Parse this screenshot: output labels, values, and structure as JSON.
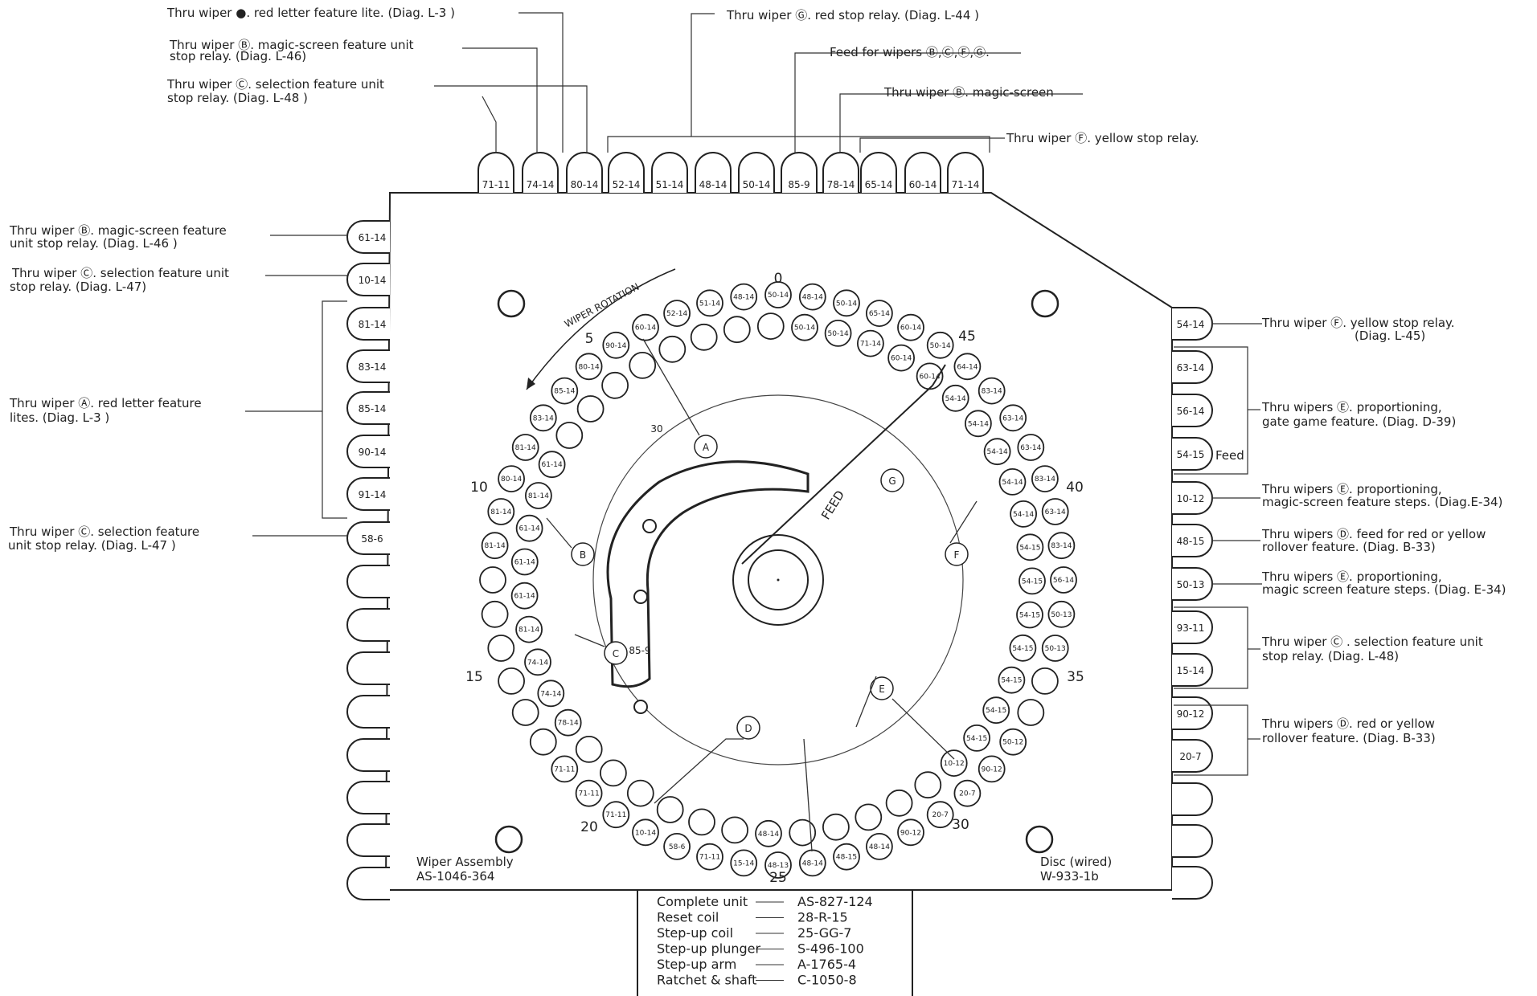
{
  "diagram": {
    "top_notes": [
      "Thru wiper ●. red letter feature lite. (Diag. L-3 )",
      "Thru wiper Ⓑ. magic-screen feature unit",
      "stop relay. (Diag. L-46)",
      "Thru wiper Ⓒ. selection feature unit",
      "stop relay. (Diag. L-48 )",
      "Thru wiper Ⓖ. red stop relay. (Diag. L-44 )",
      "Feed for wipers Ⓑ,Ⓒ,Ⓕ,Ⓖ.",
      "Thru wiper Ⓑ. magic-screen",
      "Thru wiper Ⓕ. yellow stop relay."
    ],
    "top_tabs": [
      "71-11",
      "74-14",
      "80-14",
      "52-14",
      "51-14",
      "48-14",
      "50-14",
      "85-9",
      "78-14",
      "65-14",
      "60-14",
      "71-14"
    ],
    "left_tabs": [
      "61-14",
      "10-14",
      "81-14",
      "83-14",
      "85-14",
      "90-14",
      "91-14",
      "58-6",
      "",
      "",
      "",
      "",
      "",
      "",
      "",
      ""
    ],
    "right_tabs": [
      "54-14",
      "63-14",
      "56-14",
      "54-15",
      "10-12",
      "48-15",
      "50-13",
      "93-11",
      "15-14",
      "90-12",
      "20-7",
      "",
      "",
      ""
    ],
    "left_notes": [
      "Thru wiper Ⓑ. magic-screen feature",
      "unit stop relay. (Diag. L-46 )",
      "Thru wiper Ⓒ. selection feature unit",
      "stop relay. (Diag. L-47)",
      "Thru wiper Ⓐ. red letter feature",
      "lites. (Diag. L-3 )",
      "Thru wiper Ⓒ. selection feature",
      "unit stop relay. (Diag. L-47 )"
    ],
    "right_notes": [
      "Thru wiper Ⓕ. yellow stop relay.",
      "(Diag. L-45)",
      "Thru wipers Ⓔ. proportioning,",
      "gate game feature. (Diag. D-39)",
      "Feed",
      "Thru wipers Ⓔ. proportioning,",
      "magic-screen feature steps. (Diag.E-34)",
      "Thru wipers Ⓓ. feed for red or yellow",
      "rollover feature. (Diag. B-33)",
      "Thru wipers Ⓔ. proportioning,",
      "magic screen feature steps. (Diag. E-34)",
      "Thru wiper Ⓒ . selection feature unit",
      "stop relay. (Diag. L-48)",
      "Thru wipers Ⓓ. red or yellow",
      "rollover feature. (Diag. B-33)"
    ],
    "step_numbers": [
      "0",
      "5",
      "10",
      "15",
      "20",
      "25",
      "30",
      "35",
      "40",
      "45"
    ],
    "rotation_label": "WIPER ROTATION",
    "feed_label": "FEED",
    "inner_small_label": "30",
    "wiper_letters": [
      "A",
      "B",
      "C",
      "D",
      "E",
      "F",
      "G"
    ],
    "cam_label": "85-9",
    "outer_hole_labels": [
      "50-14",
      "48-14",
      "50-14",
      "65-14",
      "60-14",
      "50-14",
      "64-14",
      "83-14",
      "63-14",
      "63-14",
      "83-14",
      "63-14",
      "83-14",
      "56-14",
      "50-13",
      "50-13",
      "",
      "",
      "50-12",
      "90-12",
      "20-7",
      "20-7",
      "90-12",
      "48-14",
      "48-15",
      "48-14",
      "48-13",
      "15-14",
      "71-11",
      "58-6",
      "10-14",
      "71-11",
      "71-11",
      "71-11",
      "",
      "",
      "",
      "",
      "",
      "",
      "81-14",
      "81-14",
      "80-14",
      "81-14",
      "83-14",
      "85-14",
      "80-14",
      "90-14",
      "60-14",
      "52-14",
      "51-14",
      "48-14"
    ],
    "inner_hole_labels": [
      "50-14",
      "50-14",
      "71-14",
      "60-14",
      "60-14",
      "54-14",
      "54-14",
      "54-14",
      "54-14",
      "54-14",
      "54-15",
      "54-15",
      "54-15",
      "54-15",
      "54-15",
      "54-15",
      "54-15",
      "10-12",
      "",
      "",
      "",
      "",
      "",
      "48-14",
      "",
      "",
      "",
      "",
      "",
      "",
      "78-14",
      "74-14",
      "74-14",
      "81-14",
      "61-14",
      "61-14",
      "61-14",
      "81-14",
      "61-14",
      "",
      "",
      "",
      "",
      "",
      "",
      "",
      ""
    ],
    "wiper_assembly": [
      "Wiper Assembly",
      "AS-1046-364"
    ],
    "disc": [
      "Disc (wired)",
      "W-933-1b"
    ],
    "specs": [
      {
        "name": "Complete unit",
        "value": "AS-827-124"
      },
      {
        "name": "Reset coil",
        "value": "28-R-15"
      },
      {
        "name": "Step-up coil",
        "value": "25-GG-7"
      },
      {
        "name": "Step-up plunger",
        "value": "S-496-100"
      },
      {
        "name": "Step-up arm",
        "value": "A-1765-4"
      },
      {
        "name": "Ratchet & shaft",
        "value": "C-1050-8"
      }
    ]
  }
}
